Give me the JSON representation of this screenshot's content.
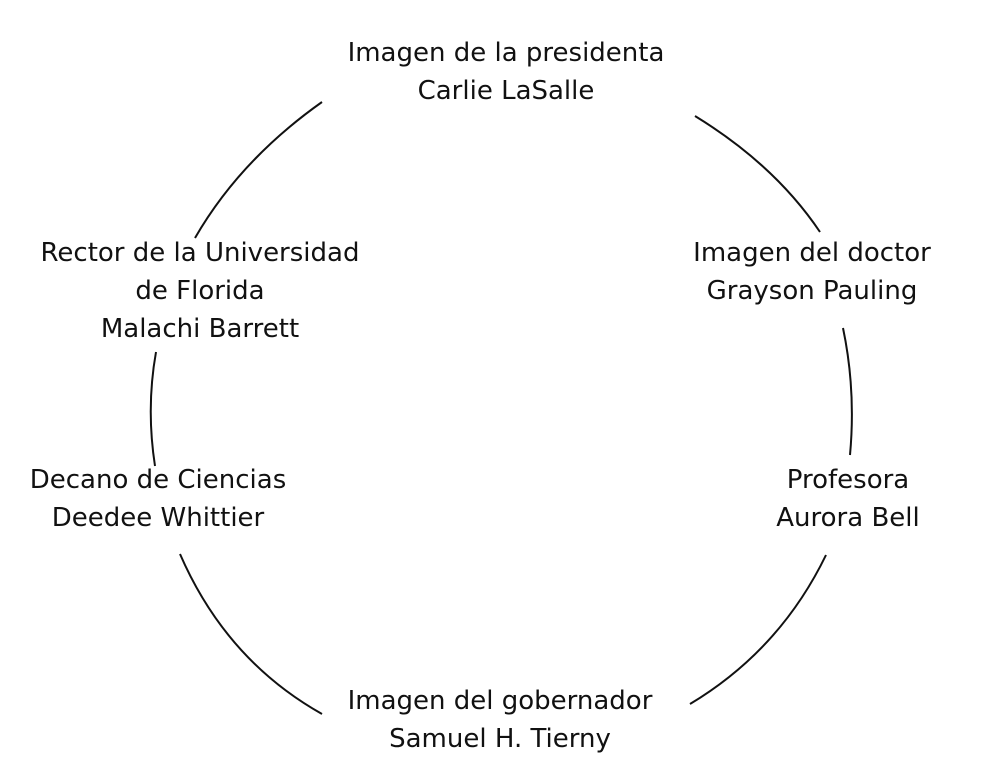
{
  "nodes": [
    {
      "id": "top",
      "lines": [
        "Imagen de la presidenta",
        "Carlie LaSalle"
      ]
    },
    {
      "id": "rt",
      "lines": [
        "Imagen del doctor",
        "Grayson Pauling"
      ]
    },
    {
      "id": "rb",
      "lines": [
        "Profesora",
        "Aurora Bell"
      ]
    },
    {
      "id": "bottom",
      "lines": [
        "Imagen del gobernador",
        "Samuel H. Tierny"
      ]
    },
    {
      "id": "lb",
      "lines": [
        "Decano de Ciencias",
        "Deedee Whittier"
      ]
    },
    {
      "id": "lt",
      "lines": [
        "Rector de la Universidad",
        "de Florida",
        "Malachi Barrett"
      ]
    }
  ],
  "colors": {
    "stroke": "#111111",
    "background": "#ffffff"
  }
}
